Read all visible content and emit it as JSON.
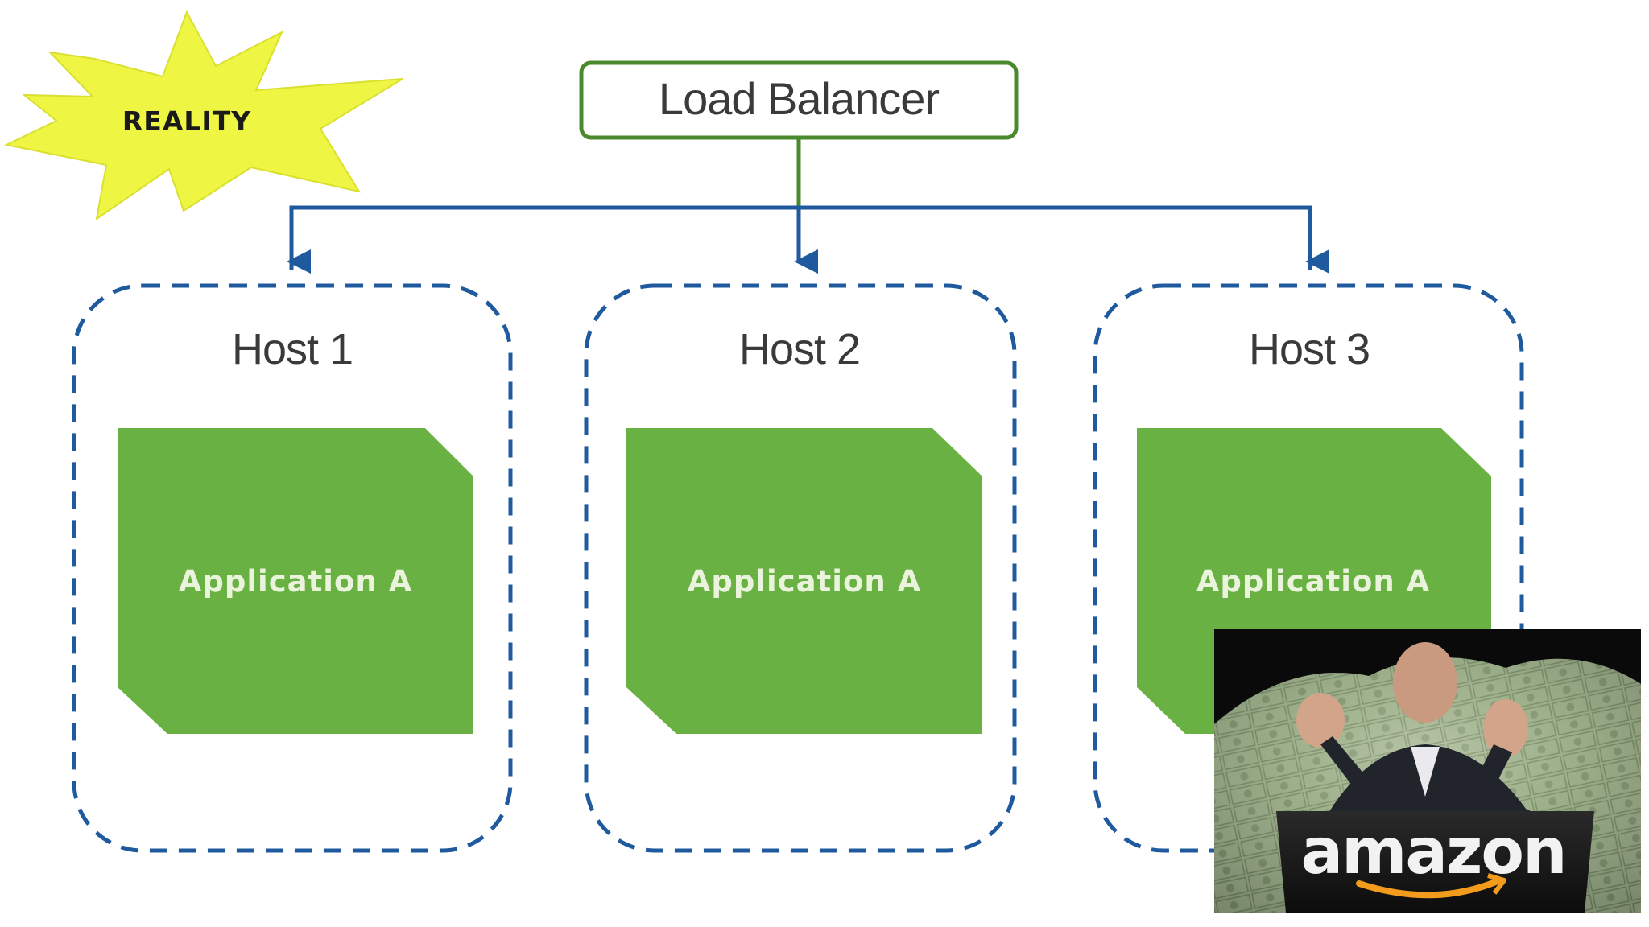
{
  "burst": {
    "label": "REALITY",
    "color": "#eef542"
  },
  "load_balancer": {
    "label": "Load Balancer",
    "border_color": "#4a8a2c"
  },
  "hosts": [
    {
      "label": "Host 1",
      "app": "Application A"
    },
    {
      "label": "Host 2",
      "app": "Application A"
    },
    {
      "label": "Host 3",
      "app": "Application A"
    }
  ],
  "colors": {
    "connector": "#1f5a9e",
    "host_border": "#1f5a9e",
    "app_fill": "#69b142",
    "lb_line": "#4a8a2c"
  },
  "overlay_photo": {
    "brand_text": "amazon"
  }
}
